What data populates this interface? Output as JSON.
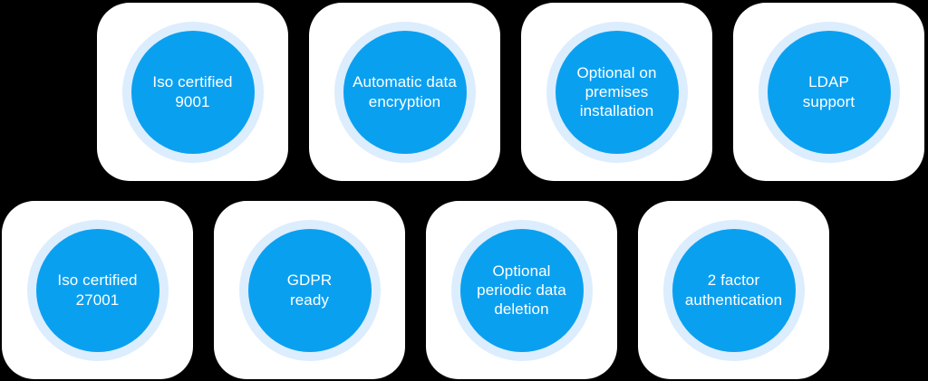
{
  "colors": {
    "page_background": "#000000",
    "card_background": "#ffffff",
    "halo_ring": "#dcedfd",
    "badge_circle": "#0aa0f0",
    "label_text": "#ffffff"
  },
  "features": {
    "row_top": [
      {
        "label": "Iso certified\n9001"
      },
      {
        "label": "Automatic data\nencryption"
      },
      {
        "label": "Optional on\npremises\ninstallation"
      },
      {
        "label": "LDAP\nsupport"
      }
    ],
    "row_bottom": [
      {
        "label": "Iso certified\n27001"
      },
      {
        "label": "GDPR\nready"
      },
      {
        "label": "Optional\nperiodic data\ndeletion"
      },
      {
        "label": "2 factor\nauthentication"
      }
    ]
  }
}
